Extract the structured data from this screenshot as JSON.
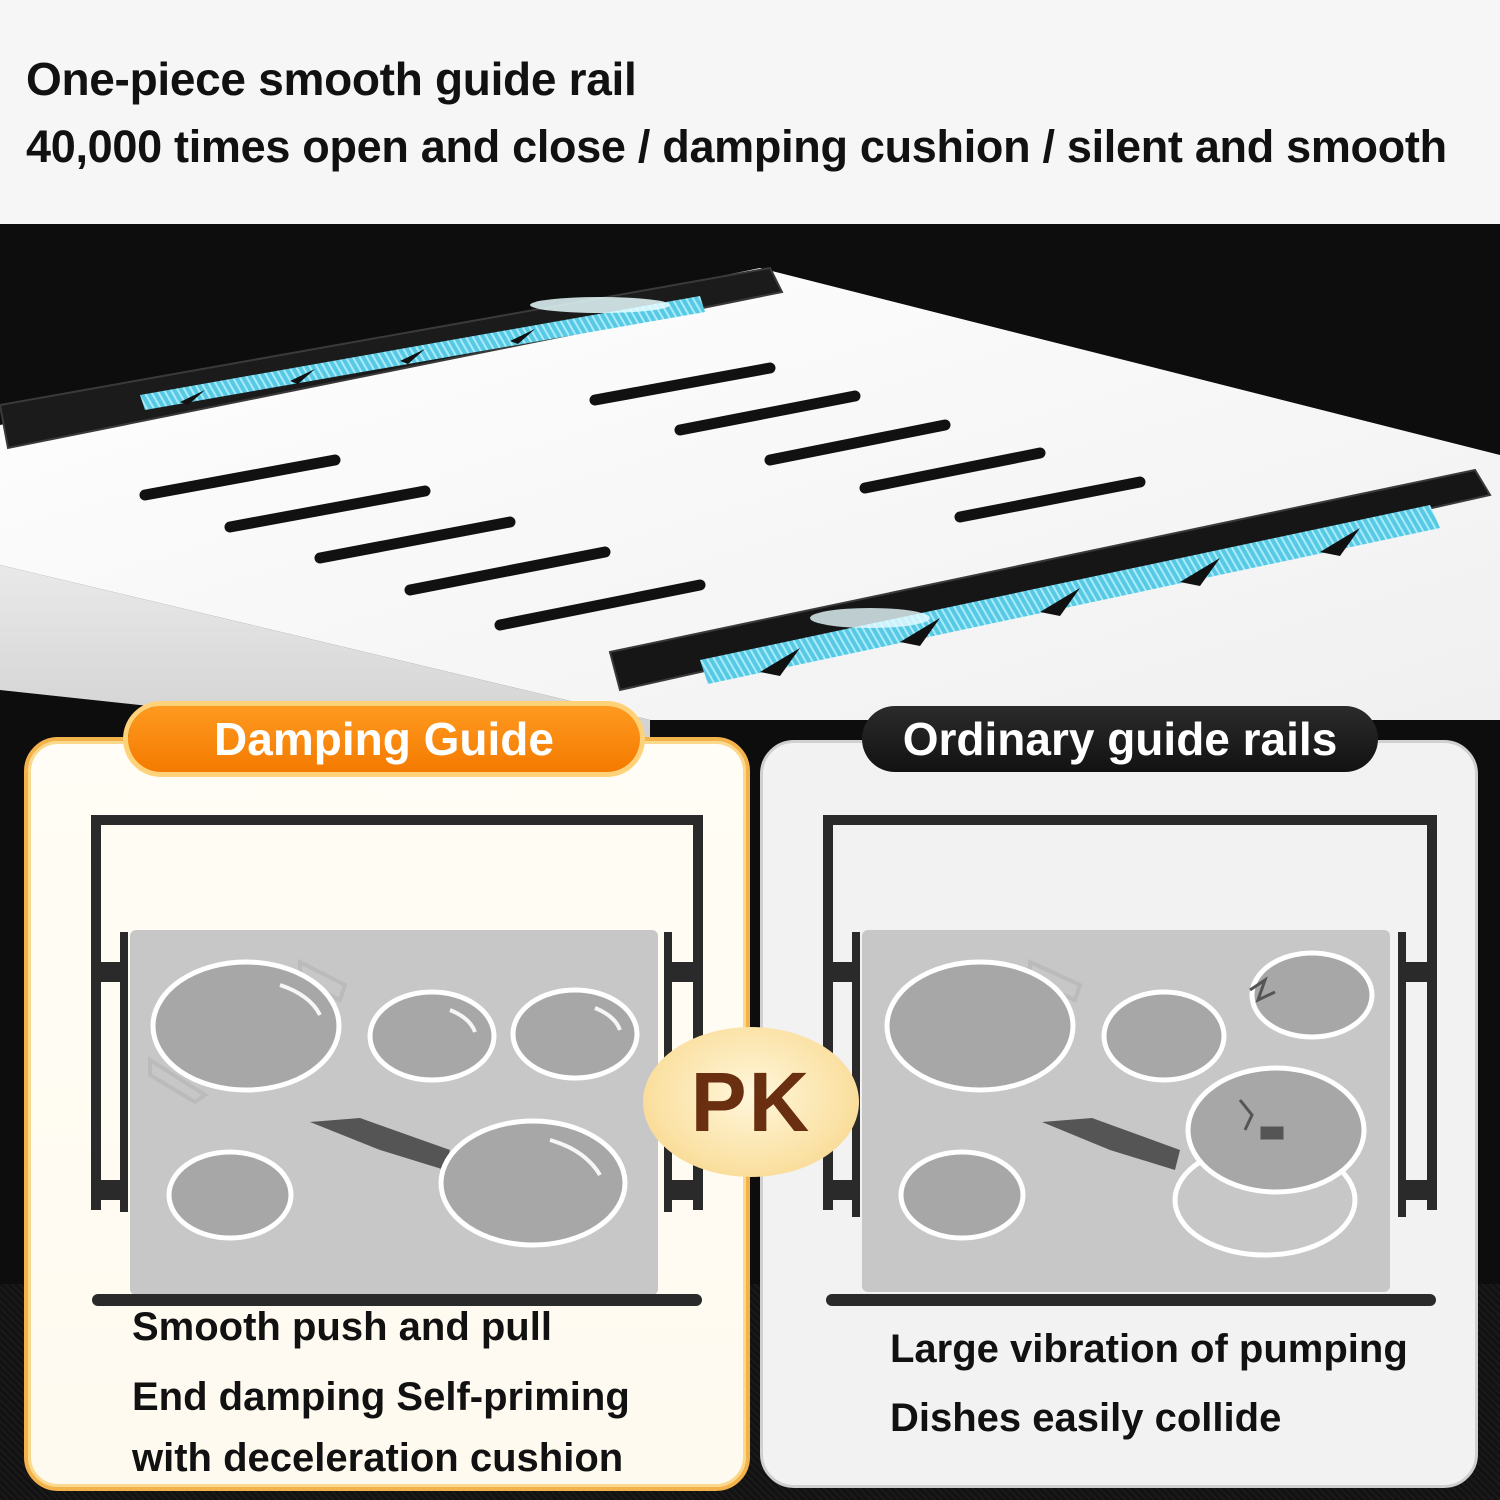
{
  "header": {
    "line1": "One-piece smooth guide rail",
    "line2": "40,000 times open and close / damping cushion / silent and smooth"
  },
  "comparison": {
    "left": {
      "label": "Damping Guide",
      "captions": [
        "Smooth push and pull",
        "End damping Self-priming",
        "with deceleration cushion"
      ]
    },
    "vs_badge": "PK",
    "right": {
      "label": "Ordinary guide rails",
      "captions": [
        "Large vibration of pumping",
        "Dishes easily collide"
      ]
    }
  },
  "colors": {
    "accent_orange": "#f47a00",
    "rail_glow": "#6ad4ec",
    "dark_pill": "#1a1a1a"
  }
}
